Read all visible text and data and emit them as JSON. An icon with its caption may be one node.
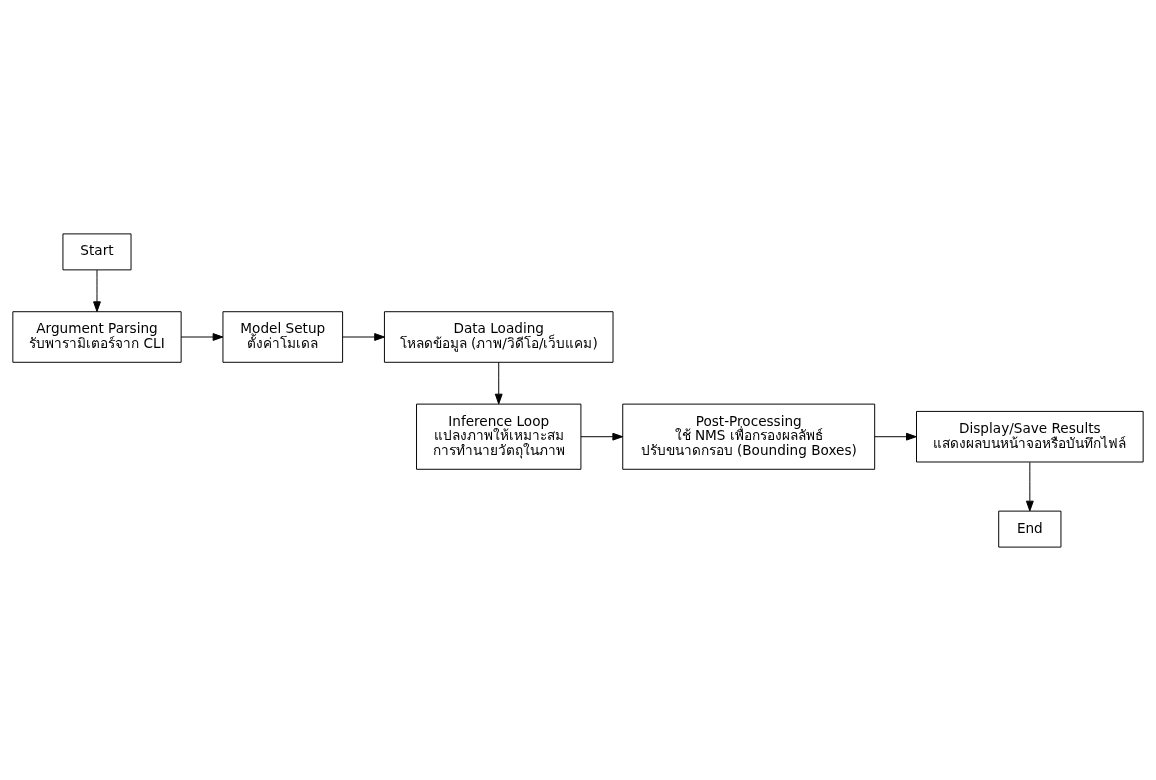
{
  "diagram": {
    "nodes": [
      {
        "text": [
          "Start"
        ]
      },
      {
        "text": [
          "Argument Parsing",
          "รับพารามิเตอร์จาก CLI"
        ]
      },
      {
        "text": [
          "Model Setup",
          "ตั้งค่าโมเดล"
        ]
      },
      {
        "text": [
          "Data Loading",
          "โหลดข้อมูล (ภาพ/วิดีโอ/เว็บแคม)"
        ]
      },
      {
        "text": [
          "Inference Loop",
          "แปลงภาพให้เหมาะสม",
          "การทำนายวัตถุในภาพ"
        ]
      },
      {
        "text": [
          "Post-Processing",
          "ใช้ NMS เพื่อกรองผลลัพธ์",
          "ปรับขนาดกรอบ (Bounding Boxes)"
        ]
      },
      {
        "text": [
          "Display/Save Results",
          "แสดงผลบนหน้าจอหรือบันทึกไฟล์"
        ]
      },
      {
        "text": [
          "End"
        ]
      }
    ],
    "edges": [
      {
        "from": 0,
        "to": 1,
        "arrow": "to"
      },
      {
        "from": 1,
        "to": 2,
        "arrow": "to"
      },
      {
        "from": 2,
        "to": 3,
        "arrow": "to"
      },
      {
        "from": 3,
        "to": 4,
        "arrow": "to"
      },
      {
        "from": 4,
        "to": 5,
        "arrow": "to"
      },
      {
        "from": 5,
        "to": 6,
        "arrow": "to"
      },
      {
        "from": 6,
        "to": 7,
        "arrow": "to"
      }
    ]
  }
}
